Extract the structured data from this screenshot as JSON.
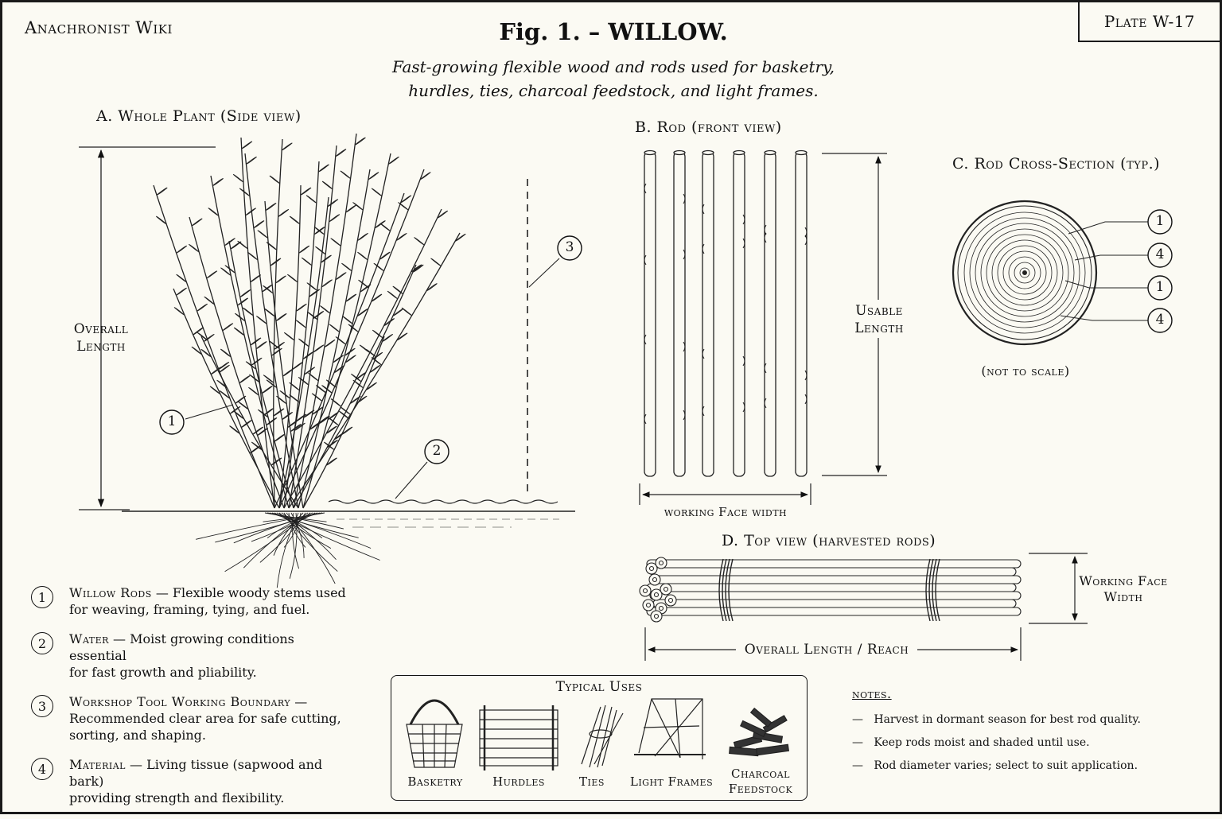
{
  "brand": "Anachronist Wiki",
  "plate": "Plate W-17",
  "title": "Fig. 1.  –  WILLOW.",
  "subtitle_line1": "Fast-growing flexible wood and rods used for basketry,",
  "subtitle_line2": "hurdles, ties, charcoal feedstock, and light frames.",
  "sections": {
    "a": "A.  Whole Plant (Side view)",
    "b": "B.  Rod (front view)",
    "c": "C.  Rod Cross-Section (typ.)",
    "d": "D.  Top view (harvested rods)"
  },
  "dims": {
    "overall_length_1": "Overall",
    "overall_length_2": "Length",
    "usable_length_1": "Usable",
    "usable_length_2": "Length",
    "working_face_width": "working Face width",
    "working_face_width_d1": "Working Face",
    "working_face_width_d2": "Width",
    "overall_reach": "Overall Length / Reach",
    "not_to_scale": "(not to scale)"
  },
  "callouts": {
    "plant_rods": "1",
    "plant_water": "2",
    "plant_boundary": "3",
    "cs_1": "1",
    "cs_2": "4",
    "cs_3": "1",
    "cs_4": "4"
  },
  "legend": [
    {
      "num": "1",
      "term": "Willow Rods",
      "text_line1": "Flexible woody stems used",
      "text_line2": "for weaving, framing, tying, and fuel."
    },
    {
      "num": "2",
      "term": "Water",
      "text_line1": "Moist growing conditions essential",
      "text_line2": "for fast growth and pliability."
    },
    {
      "num": "3",
      "term": "Workshop Tool Working Boundary",
      "text_line1": "",
      "text_line2": "Recommended clear area for safe cutting,",
      "text_line3": "sorting, and shaping."
    },
    {
      "num": "4",
      "term": "Material",
      "text_line1": "Living tissue (sapwood and bark)",
      "text_line2": "providing strength and flexibility."
    }
  ],
  "uses": {
    "title": "Typical Uses",
    "items": [
      "Basketry",
      "Hurdles",
      "Ties",
      "Light Frames",
      "Charcoal",
      "Feedstock"
    ]
  },
  "notes": {
    "title": "notes.",
    "items": [
      "Harvest in dormant season for best rod quality.",
      "Keep rods moist and shaded until use.",
      "Rod diameter varies; select to suit application."
    ]
  }
}
